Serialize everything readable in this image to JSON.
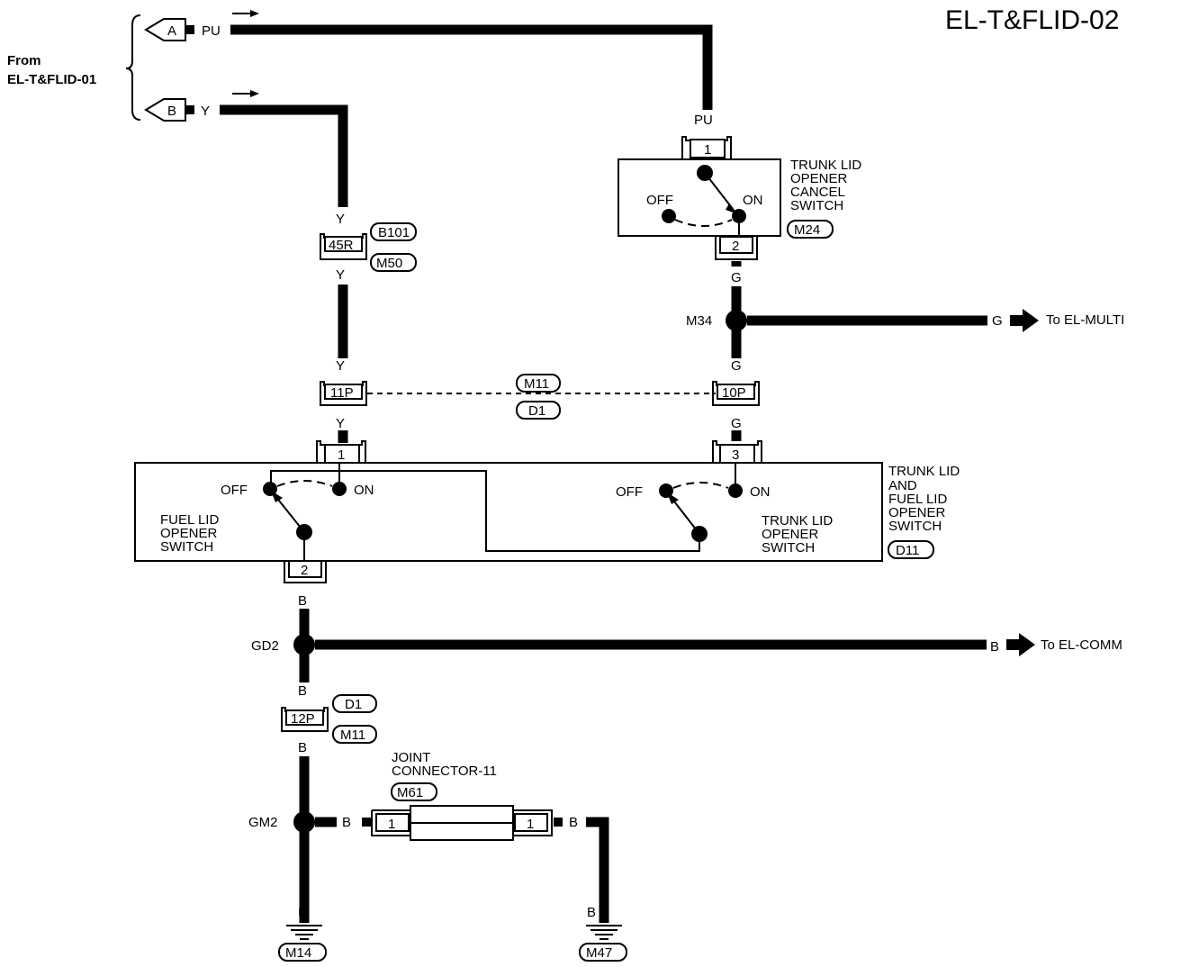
{
  "header": {
    "title": "EL-T&FLID-02"
  },
  "source": {
    "line1": "From",
    "line2": "EL-T&FLID-01"
  },
  "terminals": {
    "a": "A",
    "b": "B"
  },
  "wires": {
    "pu": "PU",
    "y": "Y",
    "g": "G",
    "b": "B"
  },
  "splices": {
    "m34": "M34",
    "gd2": "GD2",
    "gm2": "GM2"
  },
  "destinations": {
    "multi": "To EL-MULTI",
    "comm": "To EL-COMM"
  },
  "connectors": {
    "c45r": "45R",
    "c11p": "11P",
    "c10p": "10P",
    "c12p": "12P",
    "pin1": "1",
    "pin2": "2",
    "pin3": "3"
  },
  "tags": {
    "b101": "B101",
    "m50": "M50",
    "m11": "M11",
    "d1": "D1",
    "m24": "M24",
    "d11": "D11",
    "m61": "M61",
    "m14": "M14",
    "m47": "M47"
  },
  "cancel_switch": {
    "name": [
      "TRUNK LID",
      "OPENER",
      "CANCEL",
      "SWITCH"
    ],
    "off": "OFF",
    "on": "ON"
  },
  "combo_switch": {
    "name": [
      "TRUNK LID",
      "AND",
      "FUEL LID",
      "OPENER",
      "SWITCH"
    ],
    "fuel": [
      "FUEL LID",
      "OPENER",
      "SWITCH"
    ],
    "trunk": [
      "TRUNK LID",
      "OPENER",
      "SWITCH"
    ],
    "off": "OFF",
    "on": "ON"
  },
  "joint": {
    "name": [
      "JOINT",
      "CONNECTOR-11"
    ]
  }
}
